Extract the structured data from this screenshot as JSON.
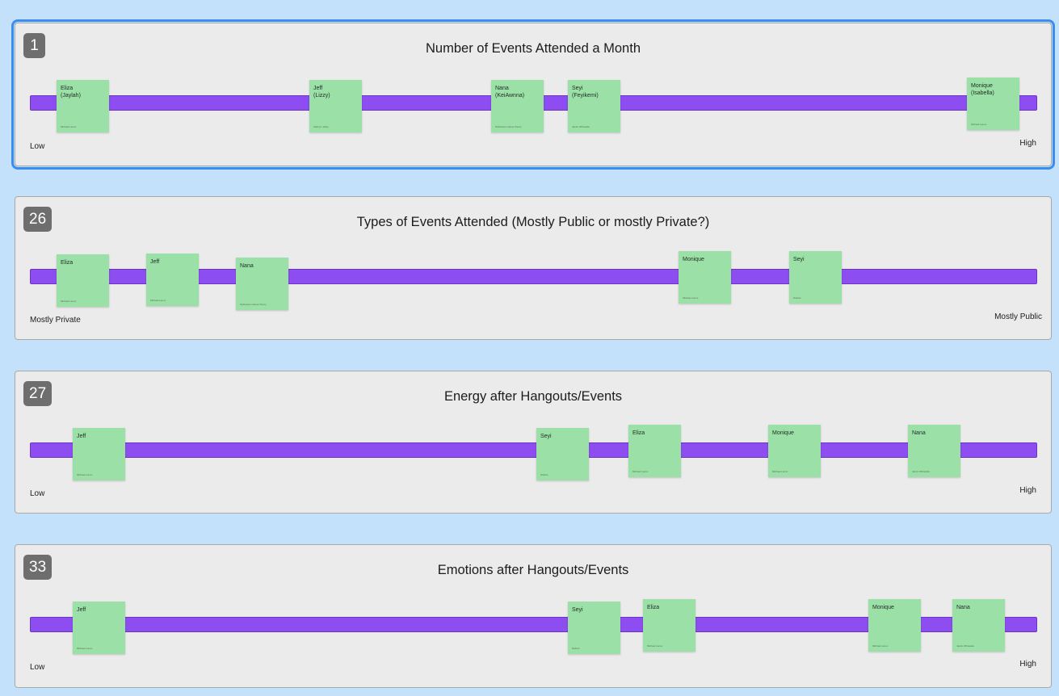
{
  "frames": [
    {
      "number": "1",
      "title": "Number of Events Attended a Month",
      "low_label": "Low",
      "high_label": "High",
      "notes": [
        {
          "name": "Eliza\n(Jaylah)",
          "author": "Michael Lenox"
        },
        {
          "name": "Jeff\n(Lizzy)",
          "author": "Kathryn Jolley"
        },
        {
          "name": "Nana\n(KeiAwnna)",
          "author": "Nathaniel Lindner Piercy"
        },
        {
          "name": "Seyi\n(Feyikemi)",
          "author": "Jacob Whiteside"
        },
        {
          "name": "Monique\n(Isabella)",
          "author": "Michael Lenox"
        }
      ]
    },
    {
      "number": "26",
      "title": "Types of Events Attended (Mostly Public or mostly Private?)",
      "low_label": "Mostly Private",
      "high_label": "Mostly Public",
      "notes": [
        {
          "name": "Eliza",
          "author": "Michael Lenox"
        },
        {
          "name": "Jeff",
          "author": "Michael Lenox"
        },
        {
          "name": "Nana",
          "author": "Nathaniel Lindner Piercy"
        },
        {
          "name": "Monique",
          "author": "Michael Lenox"
        },
        {
          "name": "Seyi",
          "author": "Nathan"
        }
      ]
    },
    {
      "number": "27",
      "title": "Energy after Hangouts/Events",
      "low_label": "Low",
      "high_label": "High",
      "notes": [
        {
          "name": "Jeff",
          "author": "Michael Lenox"
        },
        {
          "name": "Seyi",
          "author": "Nathan"
        },
        {
          "name": "Eliza",
          "author": "Michael Lenox"
        },
        {
          "name": "Monique",
          "author": "Michael Lenox"
        },
        {
          "name": "Nana",
          "author": "Jacob Whiteside"
        }
      ]
    },
    {
      "number": "33",
      "title": "Emotions after Hangouts/Events",
      "low_label": "Low",
      "high_label": "High",
      "notes": [
        {
          "name": "Jeff",
          "author": "Michael Lenox"
        },
        {
          "name": "Seyi",
          "author": "Nathan"
        },
        {
          "name": "Eliza",
          "author": "Michael Lenox"
        },
        {
          "name": "Monique",
          "author": "Michael Lenox"
        },
        {
          "name": "Nana",
          "author": "Jacob Whiteside"
        }
      ]
    }
  ]
}
